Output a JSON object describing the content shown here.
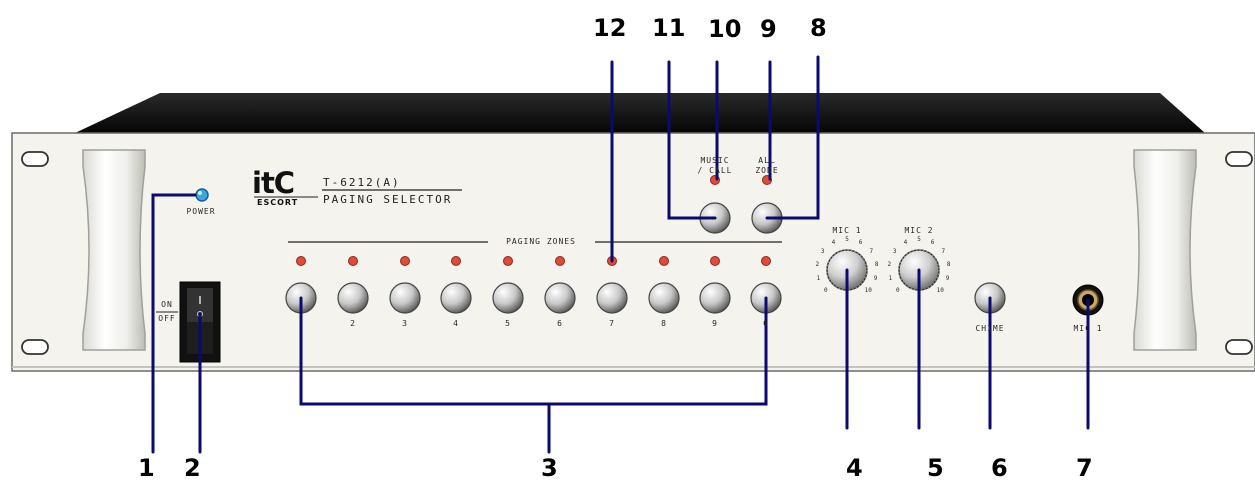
{
  "brand": {
    "logo": "itC",
    "sub": "ESCORT"
  },
  "device": {
    "model": "T-6212(A)",
    "name": "PAGING SELECTOR"
  },
  "panel_labels": {
    "power": "POWER",
    "on": "ON",
    "off": "OFF",
    "paging_zones": "PAGING ZONES",
    "music_call_1": "MUSIC",
    "music_call_2": "/ CALL",
    "all_zone_1": "ALL",
    "all_zone_2": "ZONE",
    "mic1": "MIC 1",
    "mic2": "MIC 2",
    "chime": "CHIME",
    "mic_jack": "MIC 1"
  },
  "zone_numbers": [
    "2",
    "3",
    "4",
    "5",
    "6",
    "7",
    "8",
    "9",
    "0"
  ],
  "knob_scale": [
    "0",
    "1",
    "2",
    "3",
    "4",
    "5",
    "6",
    "7",
    "8",
    "9",
    "10"
  ],
  "callouts": {
    "c1": "1",
    "c2": "2",
    "c3": "3",
    "c4": "4",
    "c5": "5",
    "c6": "6",
    "c7": "7",
    "c8": "8",
    "c9": "9",
    "c10": "10",
    "c11": "11",
    "c12": "12"
  },
  "colors": {
    "leader": "#0a0a70",
    "panel": "#f4f3ee",
    "chassis": "#111111",
    "led_red": "#e04a38",
    "led_blue": "#3aa6e6"
  }
}
